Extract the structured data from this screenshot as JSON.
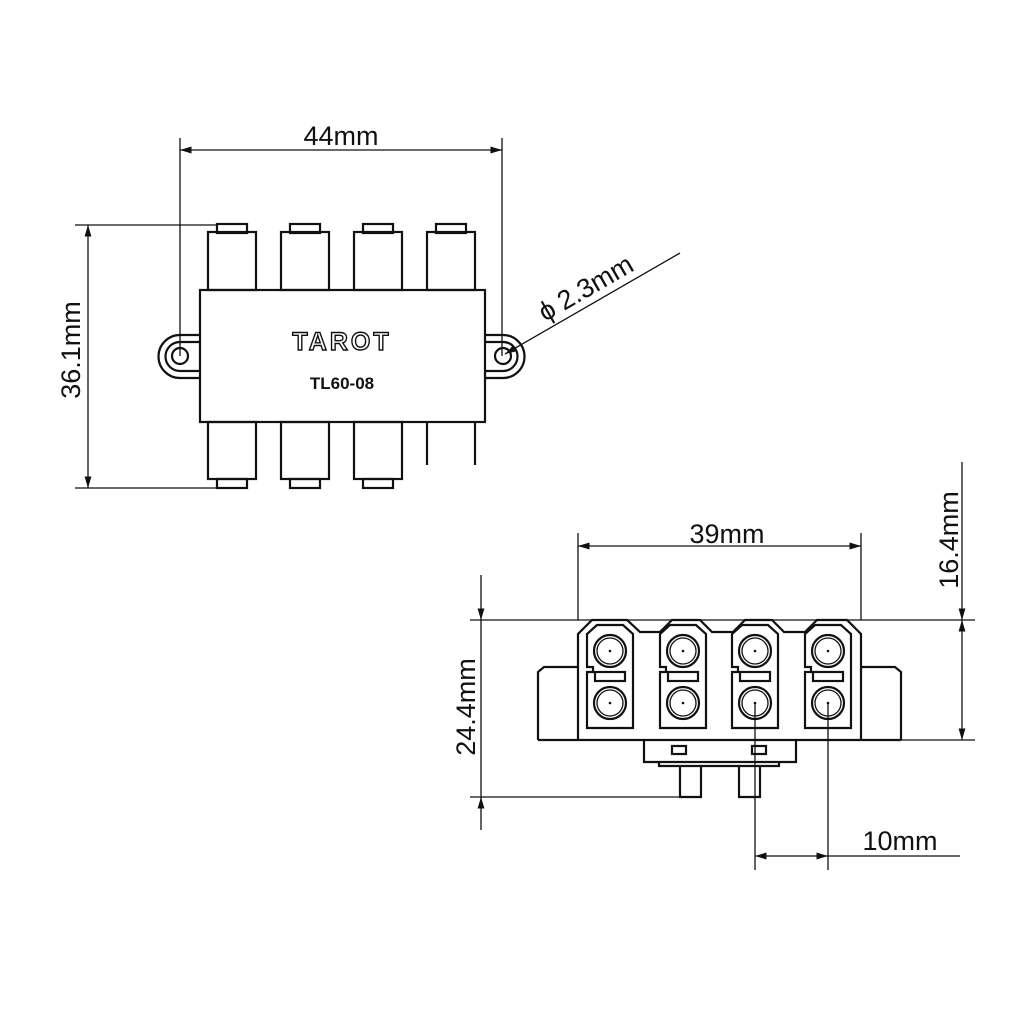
{
  "top_view": {
    "brand": "TAROT",
    "model": "TL60-08",
    "width_dim": "44mm",
    "height_dim": "36.1mm",
    "hole_dim": "2.3mm",
    "diameter_symbol": "ϕ"
  },
  "front_view": {
    "width_dim": "39mm",
    "body_height_dim": "16.4mm",
    "total_height_dim": "24.4mm",
    "pitch_dim": "10mm"
  }
}
